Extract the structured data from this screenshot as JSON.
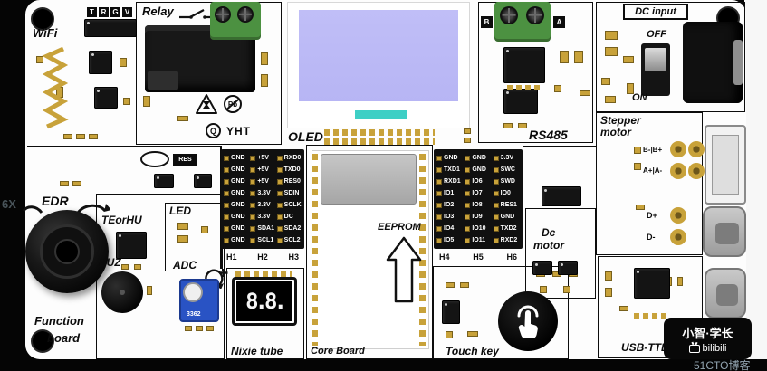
{
  "colors": {
    "gold": "#C8A23A",
    "green": "#4C9141",
    "screen": "#B7B5F4",
    "teal": "#3ECFC5",
    "blue": "#2953C4",
    "silk": "#0B0B0B"
  },
  "labels": {
    "wifi": "WiFi",
    "relay": "Relay",
    "oled": "OLED",
    "rs485": "RS485",
    "dc_input": "DC input",
    "off": "OFF",
    "on": "ON",
    "stepper_line1": "Stepper",
    "stepper_line2": "motor",
    "edr": "EDR",
    "teorhu": "TEorHU",
    "led": "LED",
    "res": "RES",
    "buz": "BUZ",
    "adc": "ADC",
    "pot_model": "3362",
    "nixie": "Nixie tube",
    "nixie_value": "8.8.",
    "core": "Core Board",
    "eeprom": "EEPROM",
    "touch": "Touch key",
    "dc_motor_line1": "Dc",
    "dc_motor_line2": "motor",
    "usb_ttl": "USB-TTL",
    "function_line1": "Function",
    "function_line2": "board",
    "term_b": "B",
    "term_a": "A",
    "logo_q": "Q",
    "logo": "YHT",
    "pb": "Pb"
  },
  "top_pins": [
    "T",
    "R",
    "G",
    "V"
  ],
  "stepper_rows": [
    "B-|B+",
    "A+|A-"
  ],
  "usb_pins": [
    "D+",
    "D-"
  ],
  "headers": {
    "left": {
      "rows": [
        [
          "GND",
          "+5V",
          "RXD0"
        ],
        [
          "GND",
          "+5V",
          "TXD0"
        ],
        [
          "GND",
          "+5V",
          "RES0"
        ],
        [
          "GND",
          "3.3V",
          "SDIN"
        ],
        [
          "GND",
          "3.3V",
          "SCLK"
        ],
        [
          "GND",
          "3.3V",
          "DC"
        ],
        [
          "GND",
          "SDA1",
          "SDA2"
        ],
        [
          "GND",
          "SCL1",
          "SCL2"
        ]
      ],
      "footer": [
        "H1",
        "H2",
        "H3"
      ]
    },
    "right": {
      "rows": [
        [
          "GND",
          "GND",
          "3.3V"
        ],
        [
          "TXD1",
          "GND",
          "SWC"
        ],
        [
          "RXD1",
          "IO6",
          "SWD"
        ],
        [
          "IO1",
          "IO7",
          "IO0"
        ],
        [
          "IO2",
          "IO8",
          "RES1"
        ],
        [
          "IO3",
          "IO9",
          "GND"
        ],
        [
          "IO4",
          "IO10",
          "TXD2"
        ],
        [
          "IO5",
          "IO11",
          "RXD2"
        ]
      ],
      "footer": [
        "H4",
        "H5",
        "H6"
      ]
    }
  },
  "watermark": {
    "brand": "小智·学长",
    "platform": "bilibili",
    "site": "51CTO博客",
    "fragment": "6X"
  }
}
